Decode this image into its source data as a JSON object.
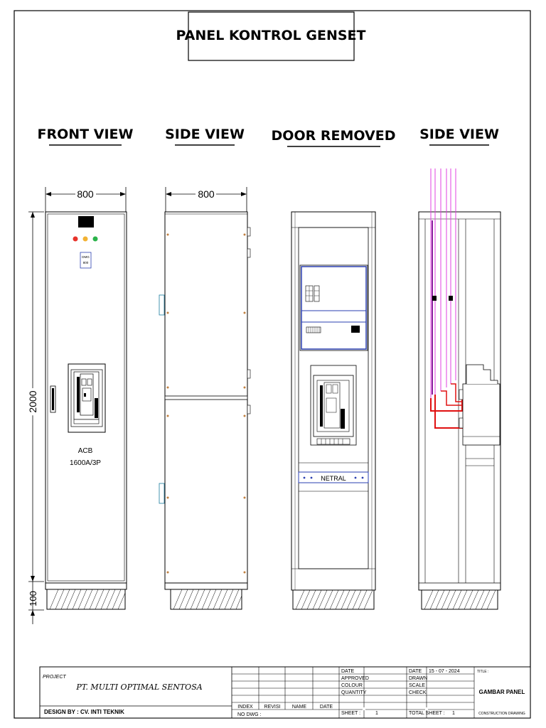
{
  "title": "PANEL  KONTROL GENSET",
  "views": {
    "front": "FRONT VIEW",
    "side1": "SIDE VIEW",
    "door_removed": "DOOR REMOVED",
    "side2": "SIDE VIEW"
  },
  "dimensions": {
    "width_front": "800",
    "width_side": "800",
    "height": "2000",
    "base": "100"
  },
  "front_panel": {
    "meter_label": "DMG 800",
    "breaker_name": "ACB",
    "breaker_rating": "1600A/3P"
  },
  "door_removed": {
    "busbar_label": "NETRAL"
  },
  "colors": {
    "lamp_red": "#e8332b",
    "lamp_yellow": "#f2b233",
    "lamp_green": "#2bb34a",
    "cable_magenta": "#e040e0",
    "cable_purple": "#8a1f9e",
    "cable_red": "#e01010",
    "plate_blue": "#2a3fb0"
  },
  "title_block": {
    "project_caption": "PROJECT",
    "project": "PT.  MULTI OPTIMAL SENTOSA",
    "design_by": "DESIGN BY   :   CV. INTI TEKNIK",
    "rev_headers": [
      "INDEX",
      "REVISI",
      "NAME",
      "DATE"
    ],
    "no_dwg": "NO DWG :",
    "info_labels": [
      "DATE",
      "APPROVED",
      "COLOUR",
      "QUANTITY",
      "SHEET :"
    ],
    "sheet_value": "1",
    "info2_labels": [
      "DATE",
      "DRAWN",
      "SCALE",
      "CHECK",
      "TOTAL SHEET :"
    ],
    "date_value": "15 - 07 - 2024",
    "total_sheet_value": "1",
    "title_caption": "TITLE :",
    "title_value": "GAMBAR  PANEL",
    "drawing_type": "CONSTRUCTION DRAWING"
  }
}
